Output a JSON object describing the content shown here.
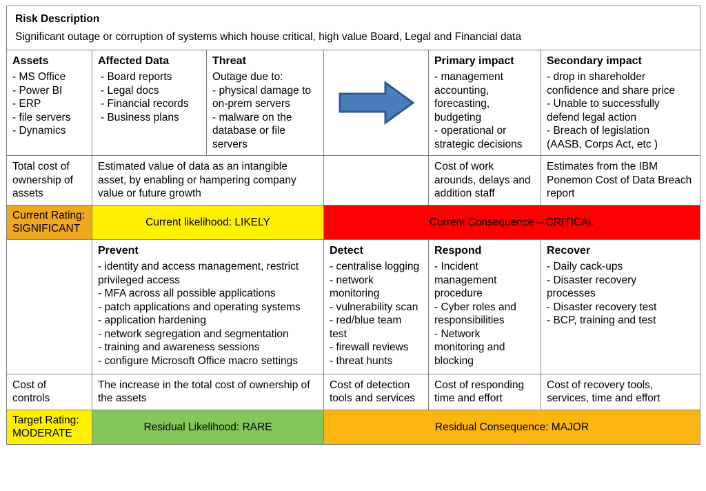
{
  "header": {
    "title": "Risk Description",
    "description": "Significant outage or corruption of systems which house critical, high value Board, Legal and Financial data"
  },
  "colors": {
    "current_rating_bg": "#F0A81E",
    "likelihood_bg": "#FFF000",
    "consequence_bg": "#FC0000",
    "target_rating_bg": "#FFF000",
    "residual_likelihood_bg": "#85C65A",
    "residual_consequence_bg": "#FBB612",
    "arrow_fill": "#4A7EBB",
    "arrow_stroke": "#2E5A8E"
  },
  "row_context": {
    "assets": {
      "heading": "Assets",
      "items": [
        "- MS Office",
        "- Power BI",
        "- ERP",
        "- file servers",
        "- Dynamics"
      ]
    },
    "affected_data": {
      "heading": "Affected Data",
      "items": [
        "- Board reports",
        "- Legal docs",
        "- Financial records",
        "- Business plans"
      ]
    },
    "threat": {
      "heading": "Threat",
      "items": [
        "Outage due to:",
        "- physical damage to",
        "on-prem servers",
        "- malware on the",
        "database or file",
        "servers"
      ]
    },
    "arrow": "right-arrow-icon",
    "primary_impact": {
      "heading": "Primary impact",
      "items": [
        " - management",
        "accounting,",
        "forecasting,",
        "budgeting",
        "- operational or",
        "strategic decisions"
      ]
    },
    "secondary_impact": {
      "heading": "Secondary impact",
      "items": [
        " - drop in shareholder",
        "confidence and share price",
        " - Unable to successfully",
        "defend legal action",
        " - Breach of legislation",
        "(AASB,  Corps Act, etc )"
      ]
    }
  },
  "row_cost_ownership": {
    "label": "Total cost of ownership of assets",
    "value_wide": "Estimated value of data as an intangible asset, by enabling or hampering company value or future growth",
    "blank": "",
    "primary": "Cost of work arounds, delays and addition staff",
    "secondary": "Estimates from the IBM Ponemon Cost of Data Breach report"
  },
  "row_current_rating": {
    "label": "Current Rating: SIGNIFICANT",
    "likelihood": "Current likelihood: LIKELY",
    "consequence": "Current Consequence – CRITICAL"
  },
  "row_controls": {
    "blank": "",
    "prevent": {
      "heading": "Prevent",
      "items": [
        "- identity and access management, restrict",
        "privileged access",
        "- MFA across all possible applications",
        "- patch applications and operating systems",
        "- application hardening",
        "- network segregation and segmentation",
        "- training and awareness sessions",
        "- configure Microsoft Office macro settings"
      ]
    },
    "detect": {
      "heading": "Detect",
      "items": [
        "- centralise logging",
        "- network",
        "monitoring",
        "- vulnerability scan",
        "- red/blue team",
        "test",
        "- firewall reviews",
        "- threat hunts"
      ]
    },
    "respond": {
      "heading": "Respond",
      "items": [
        "- Incident",
        "management",
        "procedure",
        "- Cyber roles and",
        "responsibilities",
        "- Network",
        "monitoring and",
        "blocking"
      ]
    },
    "recover": {
      "heading": "Recover",
      "items": [
        " - Daily cack-ups",
        " - Disaster recovery",
        "processes",
        " - Disaster recovery test",
        " - BCP, training and test"
      ]
    }
  },
  "row_cost_controls": {
    "label": "Cost of controls",
    "prevent": "The increase in the total cost of ownership of the assets",
    "detect": "Cost of detection tools and services",
    "respond": "Cost of responding time and effort",
    "recover": "Cost of recovery tools, services, time and effort"
  },
  "row_target_rating": {
    "label": "Target Rating: MODERATE",
    "likelihood": "Residual Likelihood: RARE",
    "consequence": "Residual Consequence: MAJOR"
  }
}
